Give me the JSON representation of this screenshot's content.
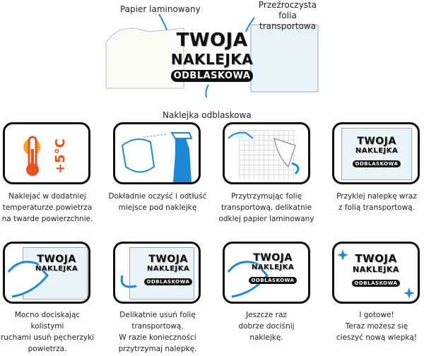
{
  "header": {
    "label_paper": "Papier laminowany",
    "label_film_line1": "Przeźroczysta folia",
    "label_film_line2": "transportowa",
    "label_sticker": "Naklejka odblaskowa",
    "sticker_line1": "TWOJA",
    "sticker_line2": "NAKLEJKA",
    "sticker_line3": "ODBLASKOWA"
  },
  "step1_icon": {
    "temperature": "+5°C"
  },
  "steps": [
    {
      "lines": [
        "Naklejać w dodatniej",
        "temperaturze powietrza",
        "na twarde powierzchnie."
      ]
    },
    {
      "lines": [
        "Dokładnie oczyść i odtłuść",
        "miejsce pod naklejkę"
      ]
    },
    {
      "lines": [
        "Przytrzymując folię",
        "transportową, delikatnie",
        "odklej papier laminowany"
      ]
    },
    {
      "lines": [
        "Przyklej nalepkę wraz",
        "z folią transportową."
      ]
    },
    {
      "lines": [
        "Mocno dociskając",
        "kolistymi",
        "ruchami usuń pęcherzyki",
        "powietrza."
      ]
    },
    {
      "lines": [
        "Delikatnie usuń folię",
        "transportową.",
        "W razie konieczności",
        "przytrzymaj nalepkę."
      ]
    },
    {
      "lines": [
        "Jeszcze raz",
        "dobrze dociśnij",
        "naklejkę."
      ]
    },
    {
      "lines": [
        "I gotowe!",
        "Teraz możesz się",
        "cieszyć nową wlepką!"
      ]
    }
  ],
  "colors": {
    "accent": "#1e88d6",
    "thermo": "#e8501e",
    "sun": "#f5a623"
  }
}
